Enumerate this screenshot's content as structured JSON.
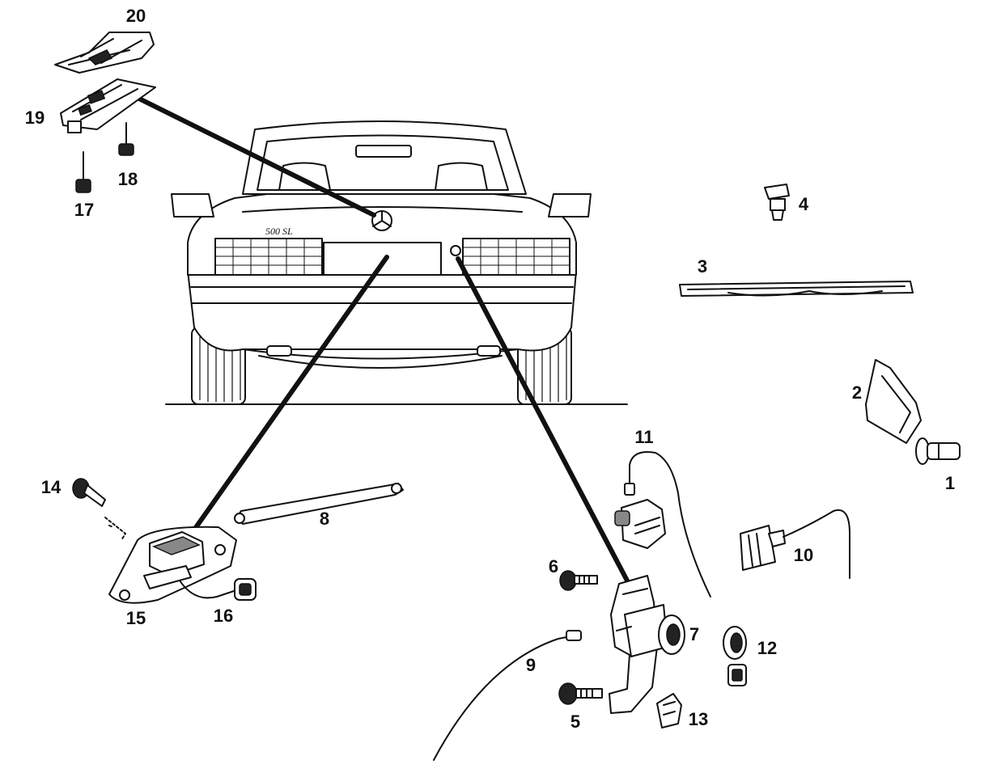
{
  "callouts": {
    "n1": "1",
    "n2": "2",
    "n3": "3",
    "n4": "4",
    "n5": "5",
    "n6": "6",
    "n7": "7",
    "n8": "8",
    "n9": "9",
    "n10": "10",
    "n11": "11",
    "n12": "12",
    "n13": "13",
    "n14": "14",
    "n15": "15",
    "n16": "16",
    "n17": "17",
    "n18": "18",
    "n19": "19",
    "n20": "20"
  },
  "car": {
    "badge_text": "500 SL"
  },
  "colors": {
    "ink": "#111111",
    "paper": "#ffffff"
  }
}
